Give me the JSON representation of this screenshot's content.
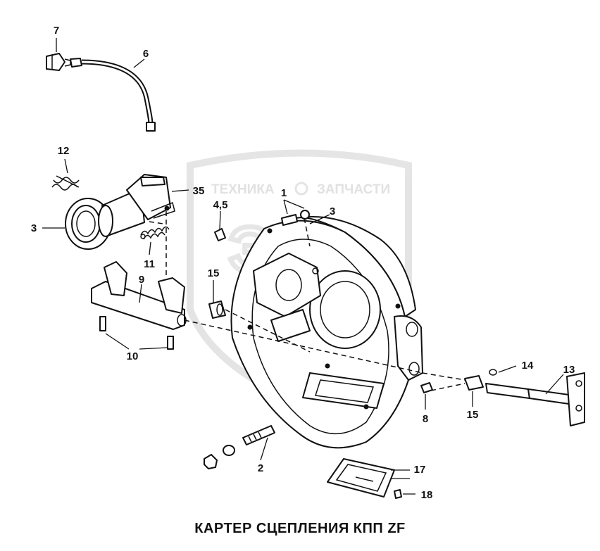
{
  "title": "КАРТЕР СЦЕПЛЕНИЯ КПП ZF",
  "watermark": {
    "left": "ТЕХНИКА",
    "right": "ЗАПЧАСТИ",
    "logo": "ЭЛФ"
  },
  "labels": {
    "p1": "1",
    "p2": "2",
    "p3a": "3",
    "p3b": "3",
    "p45": "4,5",
    "p6": "6",
    "p7": "7",
    "p8": "8",
    "p9": "9",
    "p10": "10",
    "p11": "11",
    "p12": "12",
    "p13": "13",
    "p14": "14",
    "p15a": "15",
    "p15b": "15",
    "p17": "17",
    "p18": "18",
    "p35": "35"
  }
}
